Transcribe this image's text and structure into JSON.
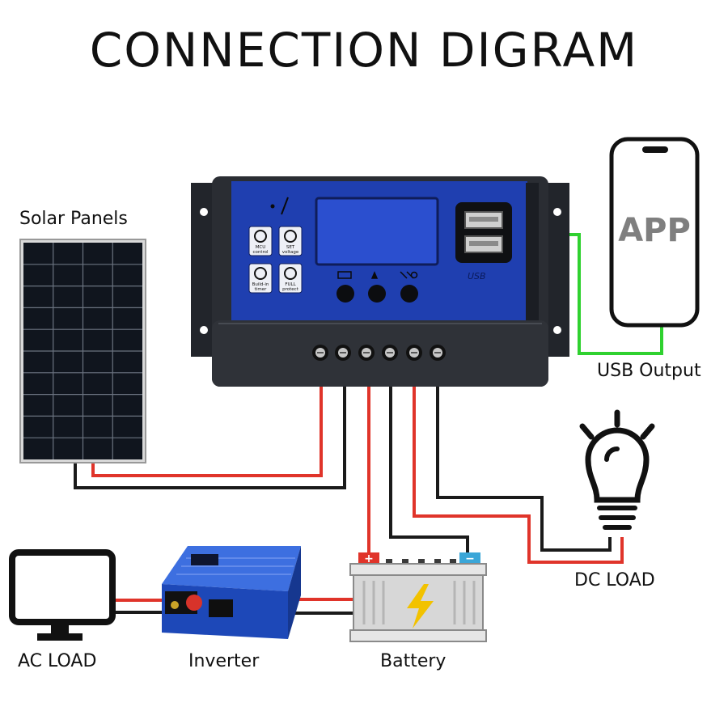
{
  "title": "CONNECTION DIGRAM",
  "labels": {
    "solar_panels": "Solar Panels",
    "usb_output": "USB Output",
    "dc_load": "DC LOAD",
    "ac_load": "AC LOAD",
    "inverter": "Inverter",
    "battery": "Battery"
  },
  "phone": {
    "screen_text": "APP"
  },
  "controller": {
    "buttons": [
      {
        "icon": "mcu-icon",
        "text_top": "MCU",
        "text_bottom": "control"
      },
      {
        "icon": "gear-icon",
        "text_top": "SET",
        "text_bottom": "voltage"
      },
      {
        "icon": "clock-icon",
        "text_top": "Build-in",
        "text_bottom": "timer"
      },
      {
        "icon": "lock-icon",
        "text_top": "FULL",
        "text_bottom": "protect"
      }
    ],
    "usb_text": "USB",
    "keypad": [
      "battery-icon",
      "up-arrow-icon",
      "sun-icon"
    ]
  },
  "battery": {
    "plus": "+",
    "minus": "−"
  },
  "colors": {
    "wire_red": "#e0342a",
    "wire_black": "#1a1a1a",
    "wire_green": "#2fd12f",
    "controller_blue": "#1f3fb0",
    "controller_body": "#2a2d33"
  }
}
